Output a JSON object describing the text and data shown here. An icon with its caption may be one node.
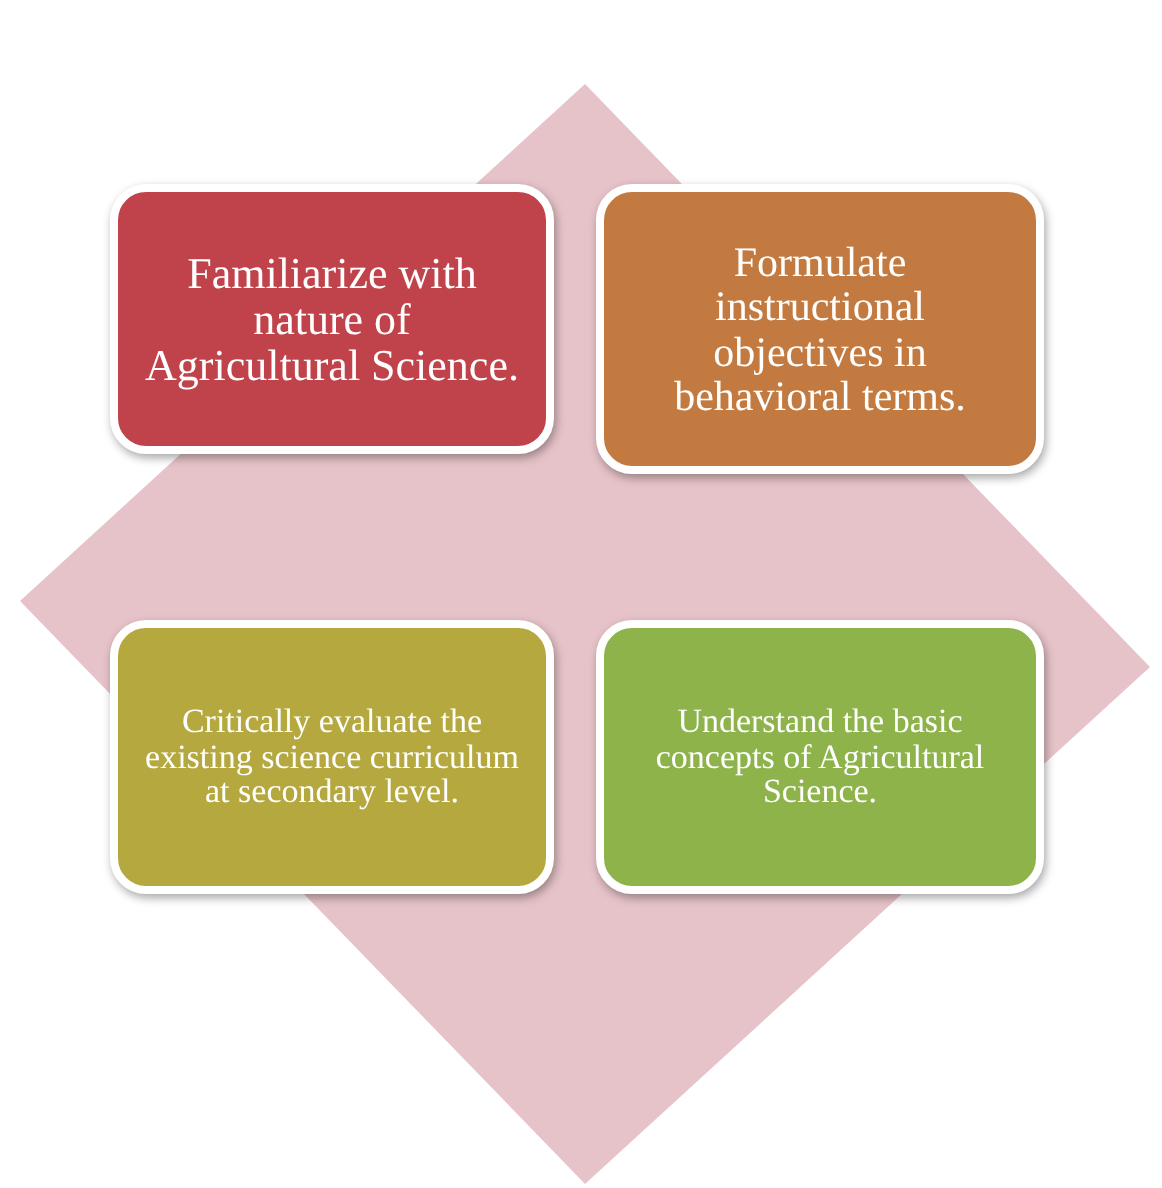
{
  "diagram": {
    "nodes": [
      {
        "text": [],
        "shape": "diamond"
      },
      {
        "text": [
          "Familiarize with nature of Agricultural Science."
        ],
        "in": 0
      },
      {
        "text": [
          "Formulate instructional objectives in behavioral terms."
        ],
        "in": 0
      },
      {
        "text": [
          "Critically evaluate the existing science curriculum at secondary level."
        ],
        "in": 0
      },
      {
        "text": [
          "Understand the basic concepts of Agricultural Science."
        ],
        "in": 0
      }
    ]
  }
}
